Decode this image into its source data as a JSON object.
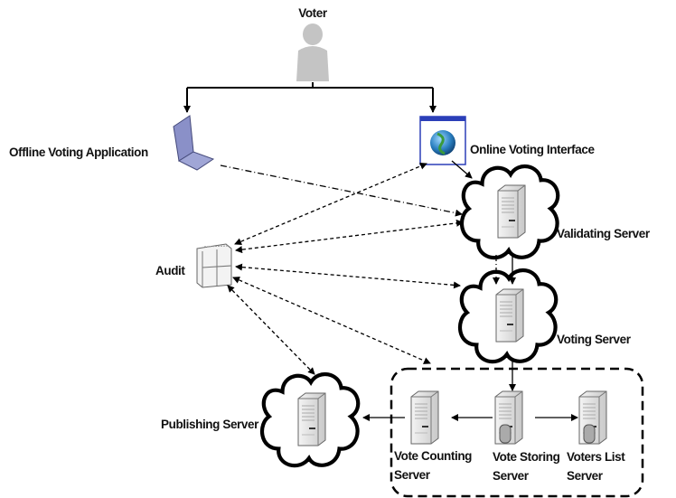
{
  "nodes": {
    "voter": "Voter",
    "offline": "Offline Voting Application",
    "online": "Online Voting Interface",
    "validating": "Validating Server",
    "audit": "Audit",
    "voting": "Voting Server",
    "publishing": "Publishing Server",
    "counting_1": "Vote Counting",
    "counting_2": "Server",
    "storing_1": "Vote Storing",
    "storing_2": "Server",
    "voters_list_1": "Voters List",
    "voters_list_2": "Server"
  },
  "icons": {
    "voter": "person-icon",
    "offline": "laptop-icon",
    "online": "browser-globe-icon",
    "servers": "server-tower-icon",
    "cloud": "cloud-icon",
    "audit": "audit-box-icon"
  }
}
